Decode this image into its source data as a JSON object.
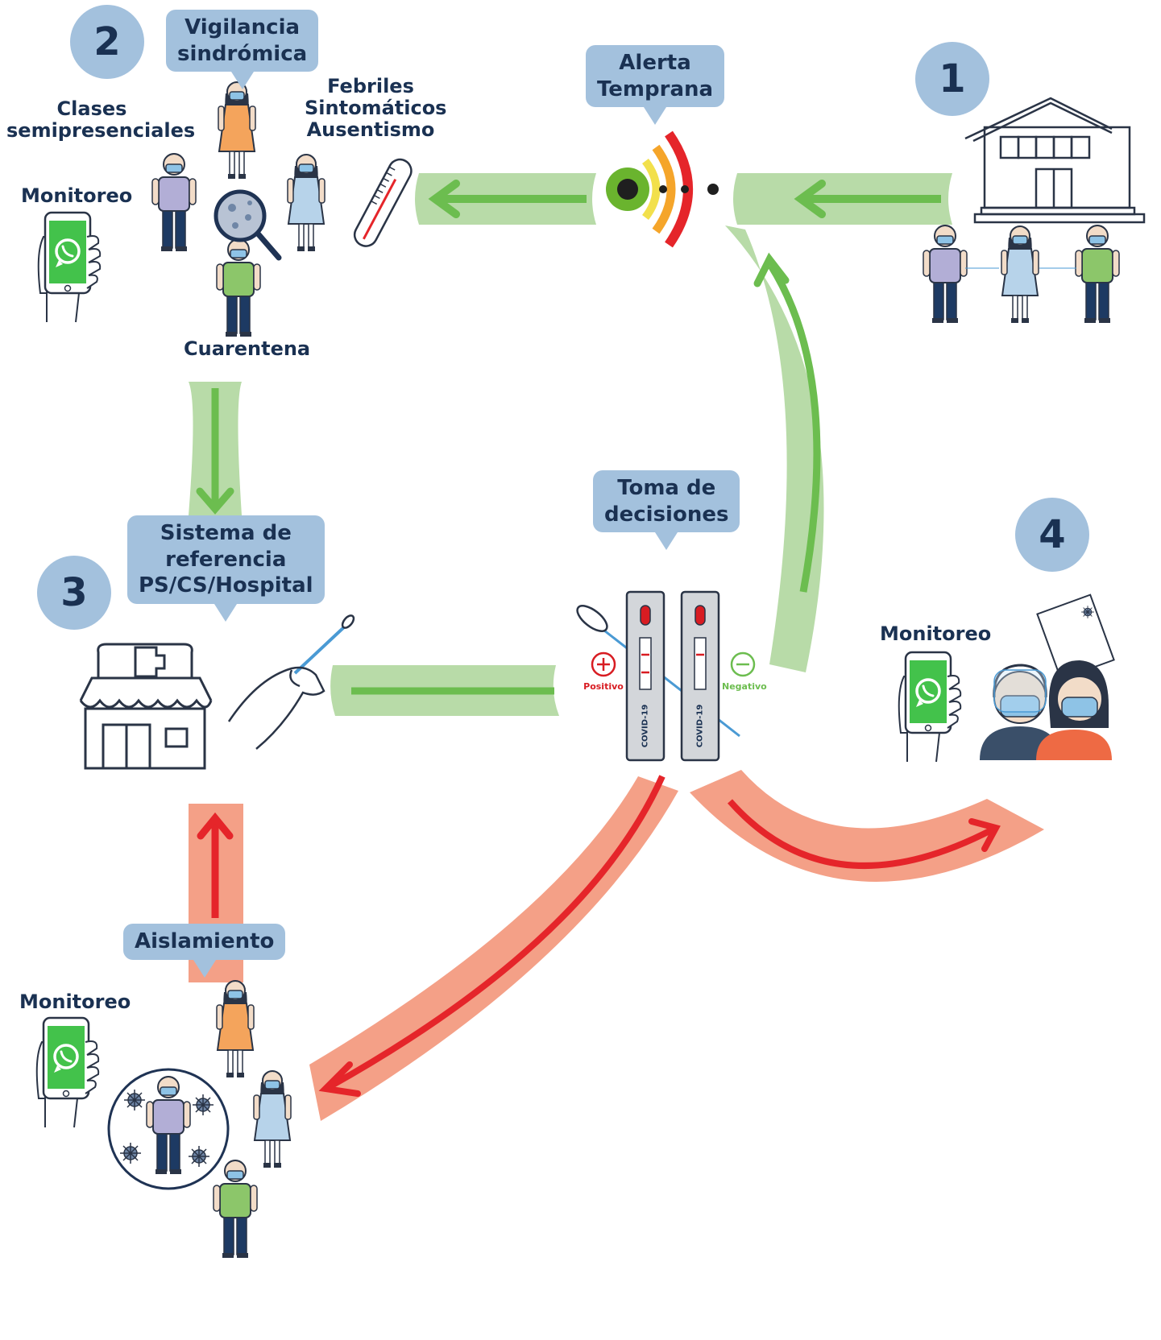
{
  "stages": {
    "one": "1",
    "two": "2",
    "three": "3",
    "four": "4"
  },
  "bubbles": {
    "vigilancia": [
      "Vigilancia",
      "sindrómica"
    ],
    "alerta": [
      "Alerta",
      "Temprana"
    ],
    "toma": [
      "Toma de",
      "decisiones"
    ],
    "sistema": [
      "Sistema de",
      "referencia",
      "PS/CS/Hospital"
    ],
    "aislamiento": "Aislamiento"
  },
  "labels": {
    "clases": [
      "Clases",
      "semipresenciales"
    ],
    "febriles": [
      "Febriles",
      "Sintomáticos",
      "Ausentismo"
    ],
    "monitoreo_top": "Monitoreo",
    "cuarentena": "Cuarentena",
    "monitoreo_right": "Monitoreo",
    "monitoreo_bottom": "Monitoreo"
  },
  "test": {
    "positive": "Positivo",
    "negative": "Negativo",
    "cassette": "COVID-19"
  },
  "colors": {
    "flow_green": "#b8dba8",
    "arrow_green": "#6cbd4f",
    "flow_red": "#f4a087",
    "arrow_red": "#e5252a",
    "bubble": "#a3c1dd",
    "navy": "#1a3152"
  }
}
